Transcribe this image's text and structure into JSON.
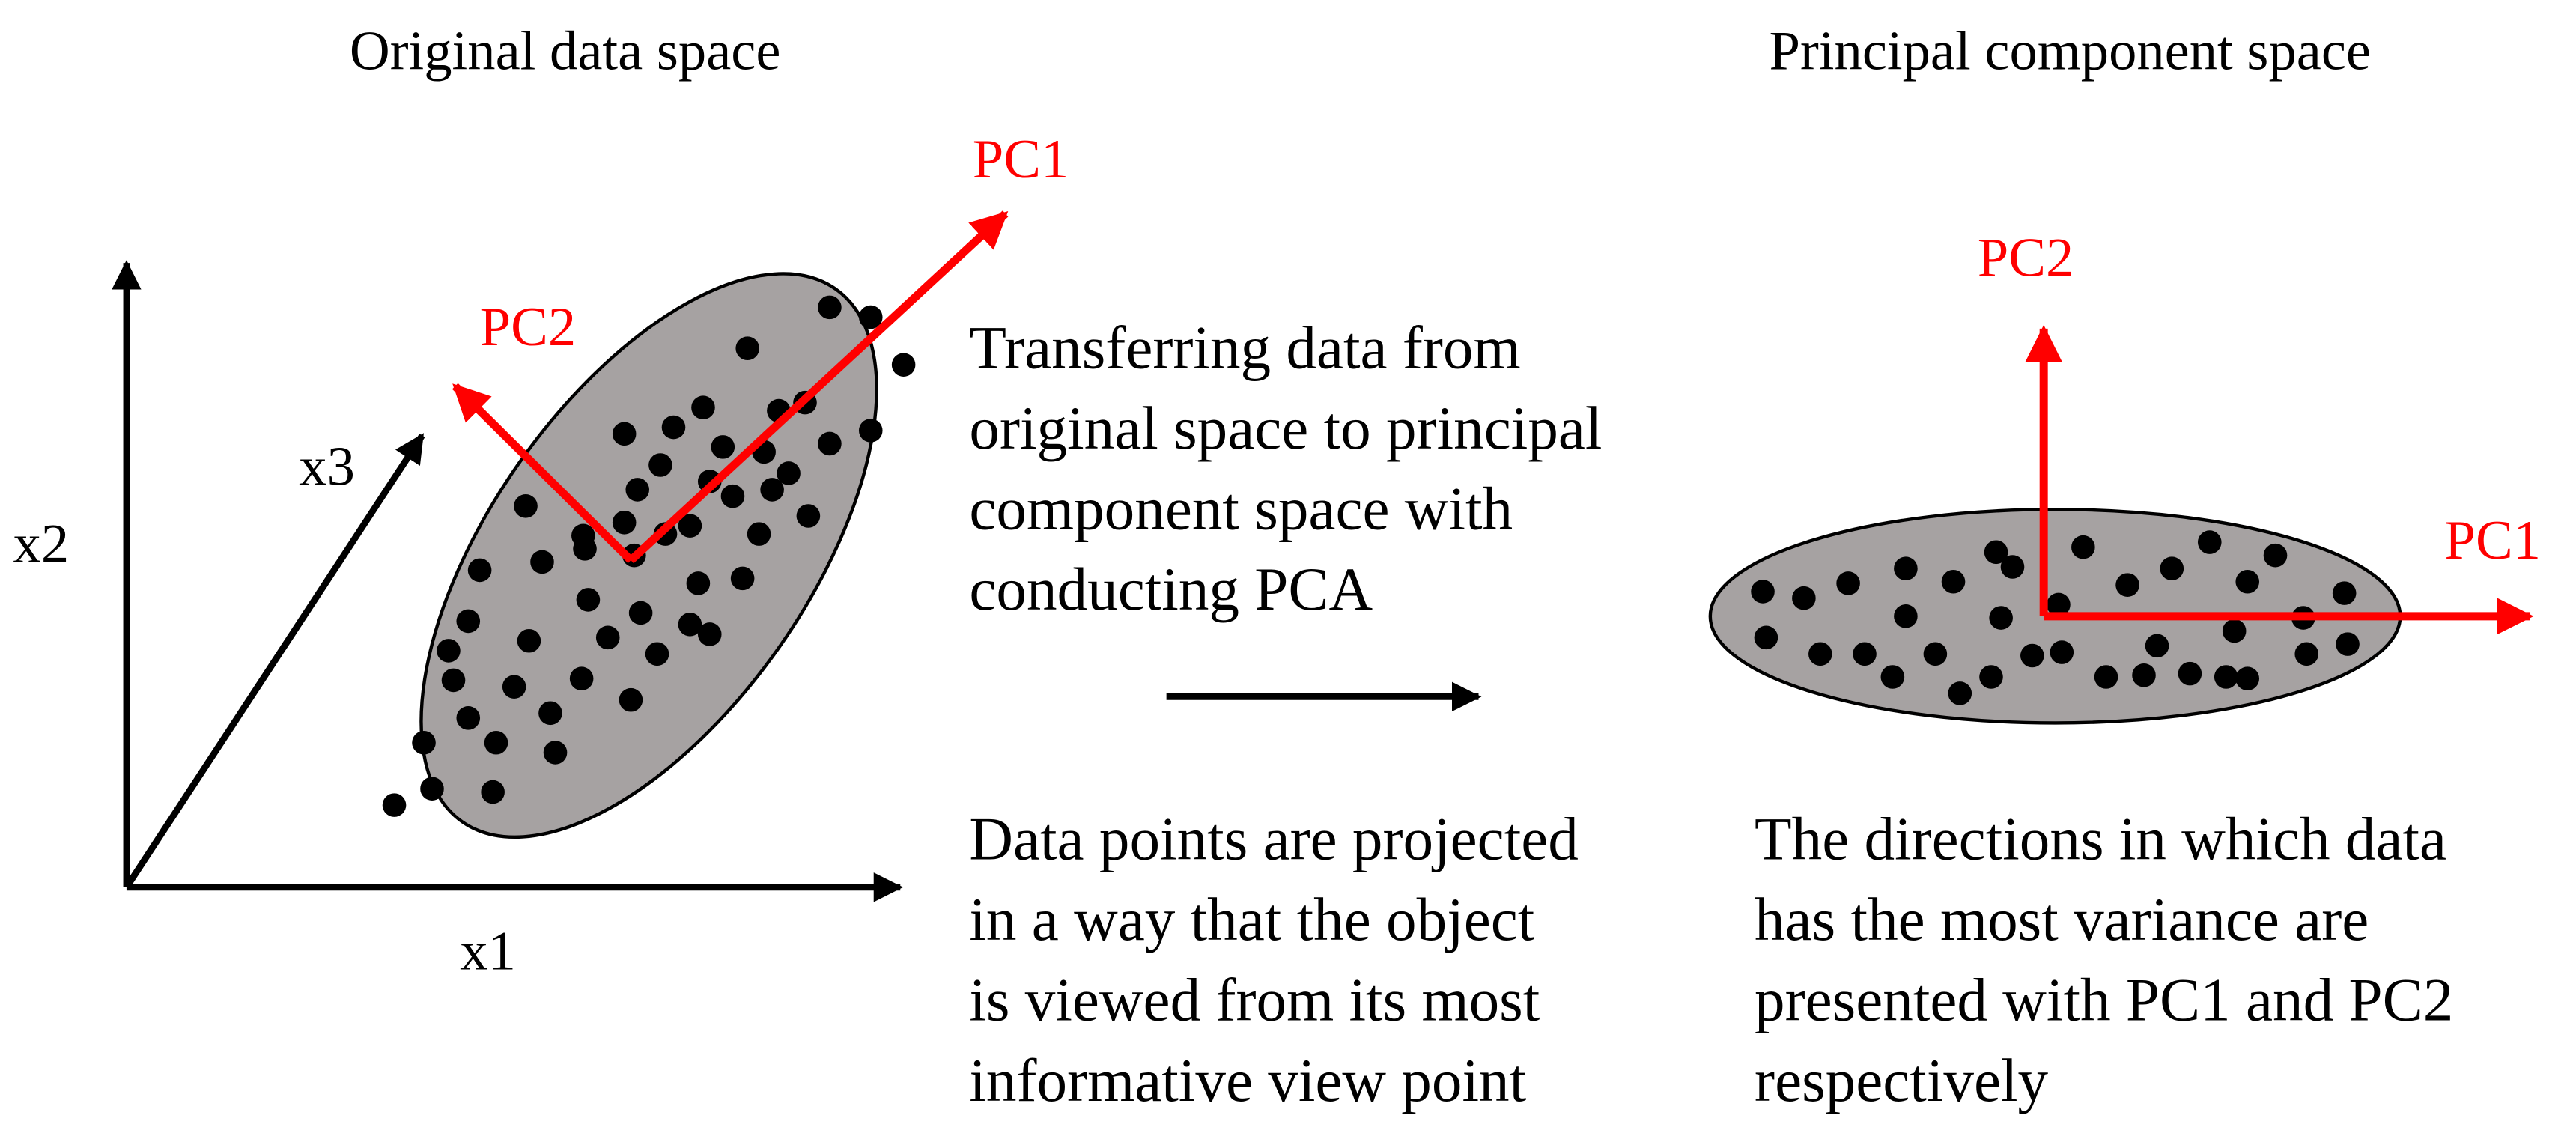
{
  "titles": {
    "left": "Original data space",
    "right": "Principal component space"
  },
  "axes": {
    "x1": "x1",
    "x2": "x2",
    "x3": "x3"
  },
  "pc_labels": {
    "left_pc1": "PC1",
    "left_pc2": "PC2",
    "right_pc1": "PC1",
    "right_pc2": "PC2"
  },
  "middle_text": {
    "lines": [
      "Transferring data from",
      "original space to principal",
      "component space with",
      "conducting PCA"
    ]
  },
  "bottom_left_text": {
    "lines": [
      "Data points are projected",
      "in a way that the object",
      "is viewed from its most",
      "informative view point"
    ]
  },
  "bottom_right_text": {
    "lines": [
      "The directions in which data",
      "has the most variance are",
      "presented with PC1 and PC2",
      "respectively"
    ]
  },
  "colors": {
    "pc_color": "#ff0000",
    "ellipse_fill": "#a6a2a2",
    "ink": "#000000"
  }
}
